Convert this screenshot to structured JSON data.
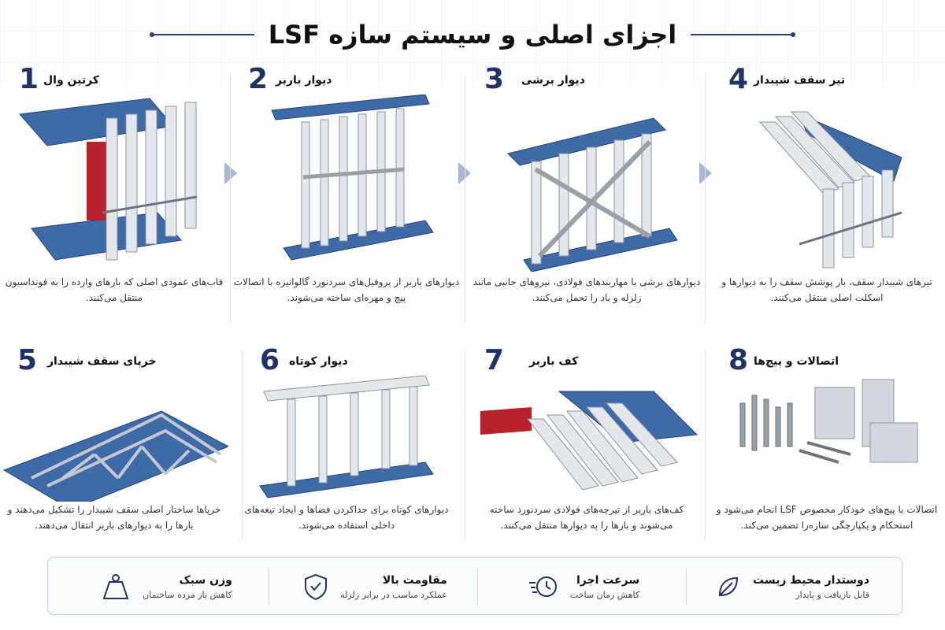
{
  "title": "اجزای اصلی و سیستم سازه LSF",
  "panels": [
    {
      "number": "1",
      "name": "کرتین وال",
      "description": "قاب‌های عمودی اصلی که بارهای وارده را به فونداسیون منتقل می‌کنند."
    },
    {
      "number": "2",
      "name": "دیوار باربر",
      "description": "دیوارهای باربر از پروفیل‌های سردنورد گالوانیزه با اتصالات پیچ و مهره‌ای ساخته می‌شوند."
    },
    {
      "number": "3",
      "name": "دیوار برشی",
      "description": "دیوارهای برشی با مهاربندهای فولادی، نیروهای جانبی مانند زلزله و باد را تحمل می‌کنند."
    },
    {
      "number": "4",
      "name": "تیر سقف شیبدار",
      "description": "تیرهای شیبدار سقف، بار پوشش سقف را به دیوارها و اسکلت اصلی منتقل می‌کنند."
    },
    {
      "number": "5",
      "name": "خرپای سقف شیبدار",
      "description": "خرپاها ساختار اصلی سقف شیبدار را تشکیل می‌دهند و بارها را به دیوارهای باربر انتقال می‌دهند."
    },
    {
      "number": "6",
      "name": "دیوار کوتاه",
      "description": "دیوارهای کوتاه برای جداکردن فضاها و ایجاد تیغه‌های داخلی استفاده می‌شوند."
    },
    {
      "number": "7",
      "name": "کف باربر",
      "description": "کف‌های باربر از تیرچه‌های فولادی سردنورد ساخته می‌شوند و بارها را به دیوارها منتقل می‌کنند."
    },
    {
      "number": "8",
      "name": "اتصالات و پیچ‌ها",
      "description": "اتصالات با پیچ‌های خودکار مخصوص LSF انجام می‌شود و استحکام و یکپارچگی سازه‌را تضمین می‌کند."
    }
  ],
  "features": [
    {
      "title": "وزن سبک",
      "subtitle": "کاهش بار مرده ساختمان",
      "icon": "weight-icon"
    },
    {
      "title": "مقاومت بالا",
      "subtitle": "عملکرد مناسب در برابر زلزله",
      "icon": "shield-icon"
    },
    {
      "title": "سرعت اجرا",
      "subtitle": "کاهش زمان ساخت",
      "icon": "fast-clock-icon"
    },
    {
      "title": "دوستدار محیط زیست",
      "subtitle": "قابل بازیافت و پایدار",
      "icon": "leaf-icon"
    }
  ],
  "colors": {
    "navy": "#1f3366",
    "panel_blue": "#3f6aa8",
    "steel": "#c9ced6",
    "red": "#b8232b"
  }
}
